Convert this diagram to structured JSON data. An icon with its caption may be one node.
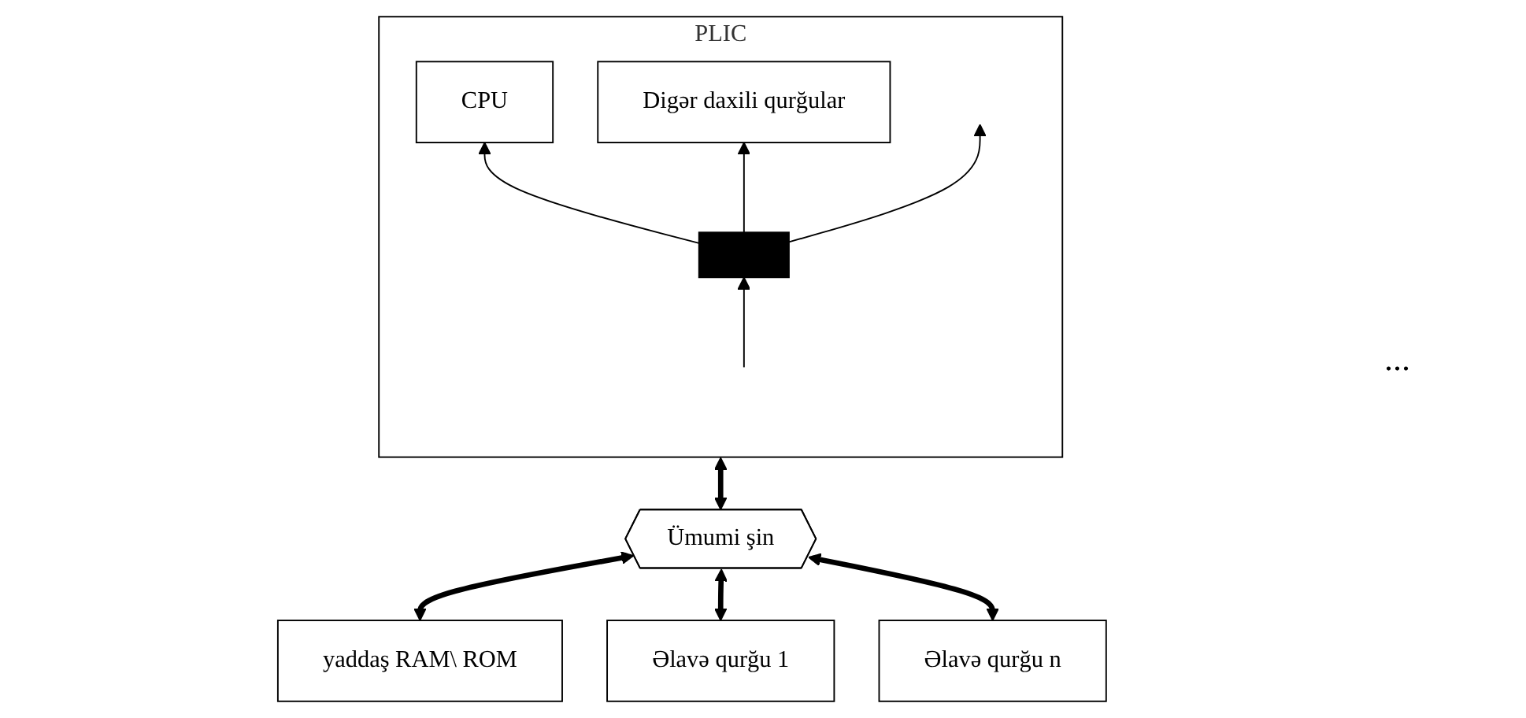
{
  "diagram": {
    "nodes": [
      {
        "text": [
          "PLIC"
        ]
      },
      {
        "text": [
          "CPU"
        ],
        "in": 0
      },
      {
        "text": [
          "Digər daxili qurğular"
        ],
        "in": 0
      },
      {
        "text": [],
        "shape": "bar",
        "in": 0
      },
      {
        "text": [
          "Ümumi şin"
        ]
      },
      {
        "text": [
          "yaddaş RAM\\ ROM"
        ]
      },
      {
        "text": [
          "Əlavə qurğu 1"
        ]
      },
      {
        "text": [
          "Əlavə qurğu n"
        ]
      }
    ],
    "edges": [
      {
        "from": 3,
        "to": 1,
        "arrow": "to"
      },
      {
        "from": 3,
        "to": 2,
        "arrow": "to"
      },
      {
        "from": 3,
        "to": null,
        "arrow": "to"
      },
      {
        "from": null,
        "to": 3,
        "arrow": "to"
      },
      {
        "from": 0,
        "to": 4,
        "arrow": "both",
        "style": "thick"
      },
      {
        "from": 4,
        "to": 5,
        "arrow": "both",
        "style": "thick"
      },
      {
        "from": 4,
        "to": 6,
        "arrow": "both",
        "style": "thick"
      },
      {
        "from": 4,
        "to": 7,
        "arrow": "both",
        "style": "thick"
      }
    ],
    "labels": [
      "..."
    ]
  }
}
